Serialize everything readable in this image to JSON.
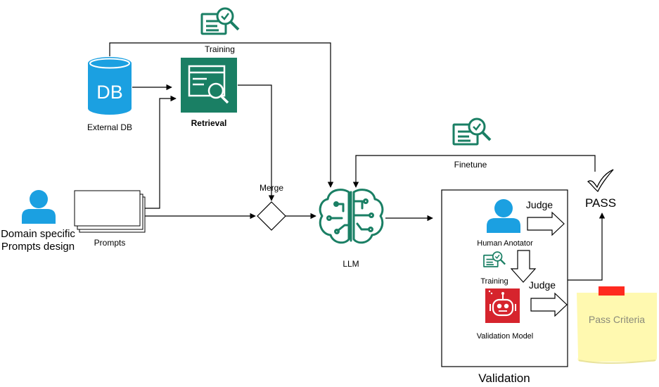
{
  "labels": {
    "training_top": "Training",
    "external_db": "External DB",
    "db_glyph": "DB",
    "retrieval": "Retrieval",
    "merge": "Merge",
    "domain_line1": "Domain specific",
    "domain_line2": "Prompts design",
    "prompts": "Prompts",
    "llm": "LLM",
    "finetune": "Finetune",
    "pass": "PASS",
    "judge_top": "Judge",
    "human_anotator": "Human Anotator",
    "training_inner": "Training",
    "judge_bottom": "Judge",
    "validation_model": "Validation Model",
    "pass_criteria": "Pass Criteria",
    "validation": "Validation"
  },
  "colors": {
    "db_blue": "#1BA0E1",
    "person_blue": "#1BA0E1",
    "green": "#1A7F64",
    "robot_red": "#D6242D",
    "note_yellow": "#FFF9B0",
    "note_pin": "#FF2A1F",
    "note_text": "#8A8A7A"
  },
  "icons": [
    "document-check-icon",
    "database-icon",
    "retrieval-icon",
    "person-icon",
    "brain-chip-icon",
    "checkmark-icon",
    "robot-icon",
    "sticky-note-icon"
  ]
}
